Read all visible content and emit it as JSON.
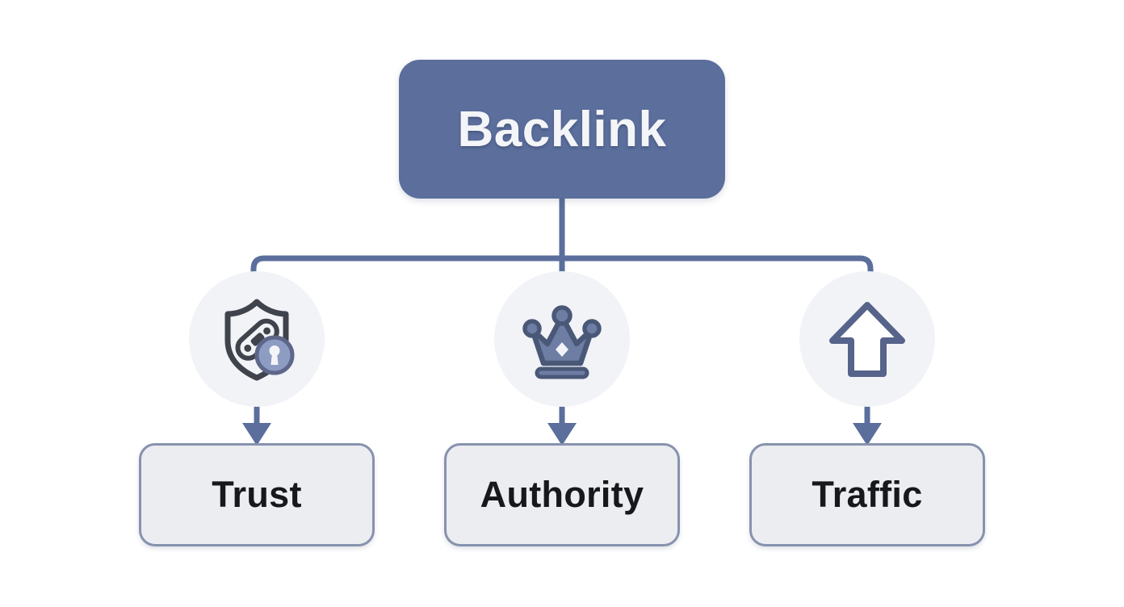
{
  "diagram": {
    "type": "hierarchy-tree",
    "background_color": "#ffffff",
    "root": {
      "label": "Backlink",
      "fill_color": "#5b6e9c",
      "text_color": "#f4f5f8"
    },
    "connector_color": "#5b6e9c",
    "branches": [
      {
        "icon": "shield-link-lock-icon",
        "label": "Trust",
        "icon_circle_color": "#f2f3f7",
        "icon_stroke_color": "#3f434c",
        "icon_accent_color": "#8d9cc2",
        "box_fill_color": "#ecedf1",
        "box_border_color": "#8792ad",
        "label_color": "#17181c"
      },
      {
        "icon": "crown-icon",
        "label": "Authority",
        "icon_circle_color": "#f2f3f7",
        "icon_stroke_color": "#4a5878",
        "icon_accent_color": "#6e7da3",
        "box_fill_color": "#ecedf1",
        "box_border_color": "#8792ad",
        "label_color": "#17181c"
      },
      {
        "icon": "arrow-up-icon",
        "label": "Traffic",
        "icon_circle_color": "#f2f3f7",
        "icon_stroke_color": "#56638a",
        "icon_accent_color": "#ffffff",
        "box_fill_color": "#ecedf1",
        "box_border_color": "#8792ad",
        "label_color": "#17181c"
      }
    ]
  }
}
